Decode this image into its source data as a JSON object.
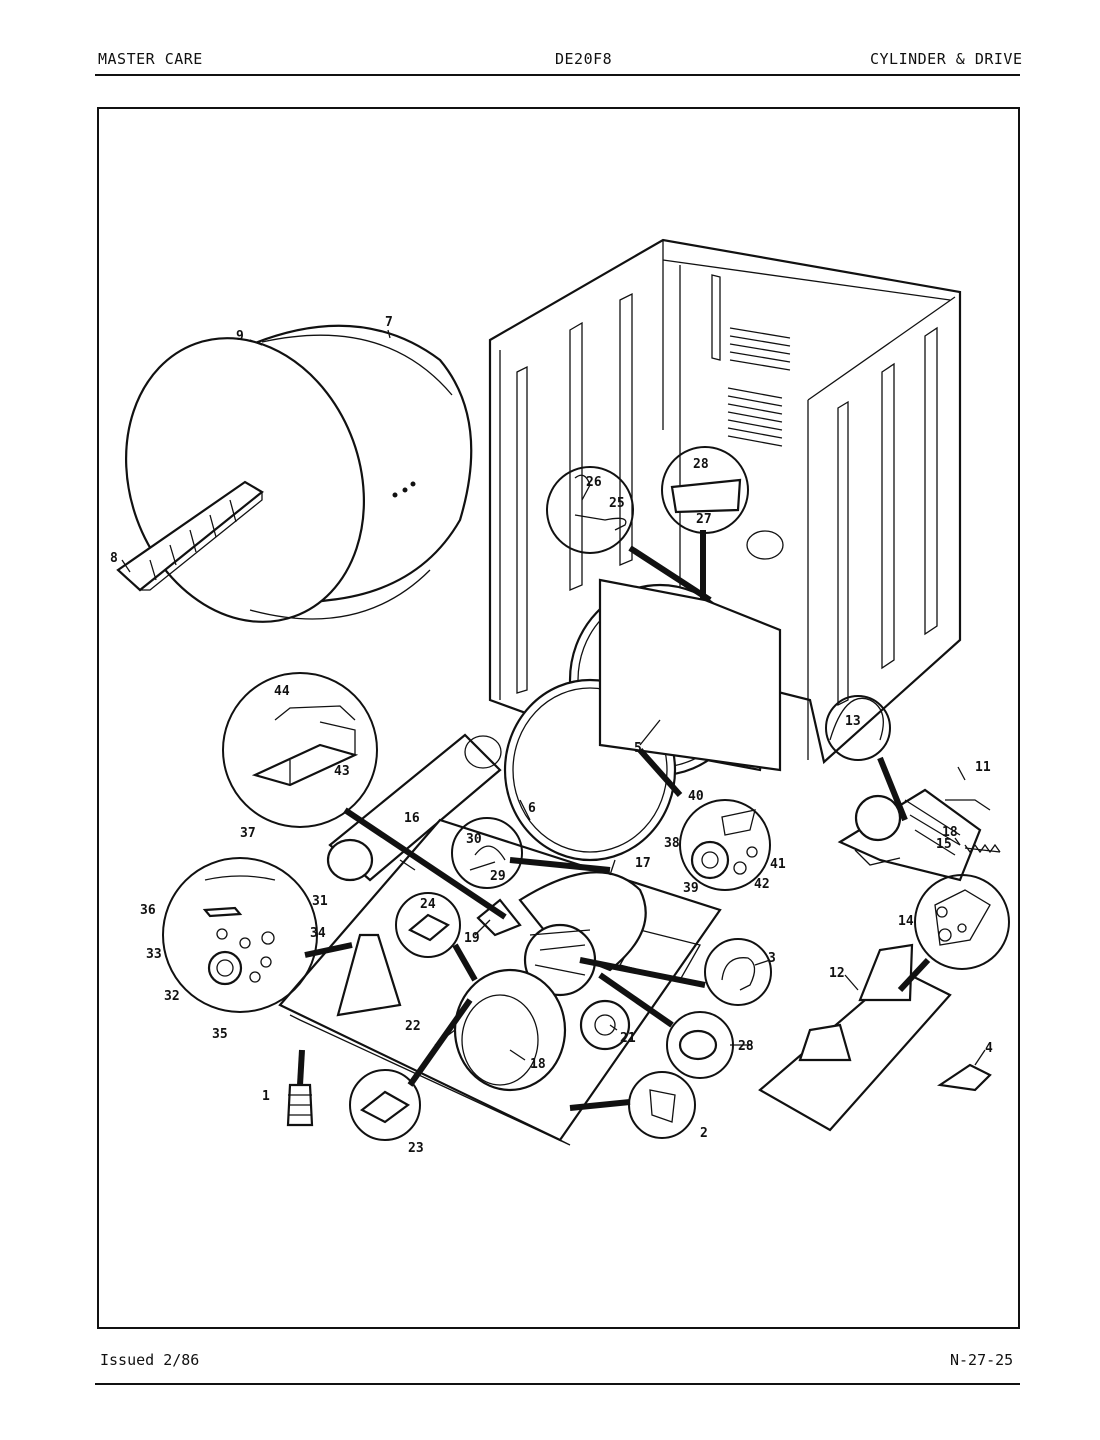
{
  "header": {
    "left": "MASTER CARE",
    "center": "DE20F8",
    "right": "CYLINDER & DRIVE"
  },
  "footer": {
    "left": "Issued 2/86",
    "right": "N-27-25"
  },
  "callouts": {
    "c1": "1",
    "c2": "2",
    "c3": "3",
    "c4": "4",
    "c5": "5",
    "c6": "6",
    "c7": "7",
    "c8": "8",
    "c9": "9",
    "c11": "11",
    "c12": "12",
    "c13": "13",
    "c14": "14",
    "c15": "15",
    "c16": "16",
    "c17": "17",
    "c18a": "18",
    "c18b": "18",
    "c19": "19",
    "c21": "21",
    "c22": "22",
    "c23": "23",
    "c24": "24",
    "c25": "25",
    "c26": "26",
    "c27": "27",
    "c28a": "28",
    "c28b": "28",
    "c29": "29",
    "c30": "30",
    "c31": "31",
    "c32": "32",
    "c33": "33",
    "c34": "34",
    "c35": "35",
    "c36": "36",
    "c37": "37",
    "c38": "38",
    "c39": "39",
    "c40": "40",
    "c41": "41",
    "c42": "42",
    "c43": "43",
    "c44": "44"
  }
}
